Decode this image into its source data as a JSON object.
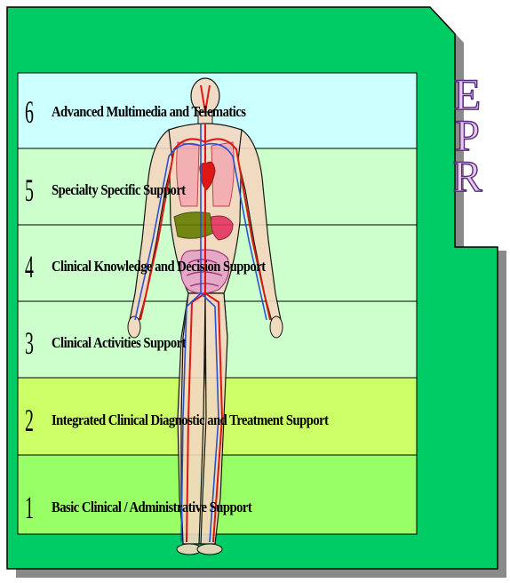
{
  "folder_tab_text": [
    "E",
    "P",
    "R"
  ],
  "layers": [
    {
      "number": "6",
      "label": "Advanced Multimedia and Telematics",
      "fill": "#ccffff"
    },
    {
      "number": "5",
      "label": "Specialty Specific Support",
      "fill": "#ccffcc"
    },
    {
      "number": "4",
      "label": "Clinical Knowledge and Decision Support",
      "fill": "#ccffcc"
    },
    {
      "number": "3",
      "label": "Clinical Activities Support",
      "fill": "#ccffcc"
    },
    {
      "number": "2",
      "label": "Integrated Clinical Diagnostic and Treatment Support",
      "fill": "#ccff66"
    },
    {
      "number": "1",
      "label": "Basic Clinical / Administrative Support",
      "fill": "#99ff66"
    }
  ],
  "colors": {
    "folder": "#00cc66",
    "folder_shadow": "#8a8a8a",
    "epr_fill": "#e6c8f0",
    "epr_stroke": "#5a2a78",
    "artery": "#e00000",
    "vein": "#1a3fd8",
    "skin": "#f5d8c0"
  }
}
